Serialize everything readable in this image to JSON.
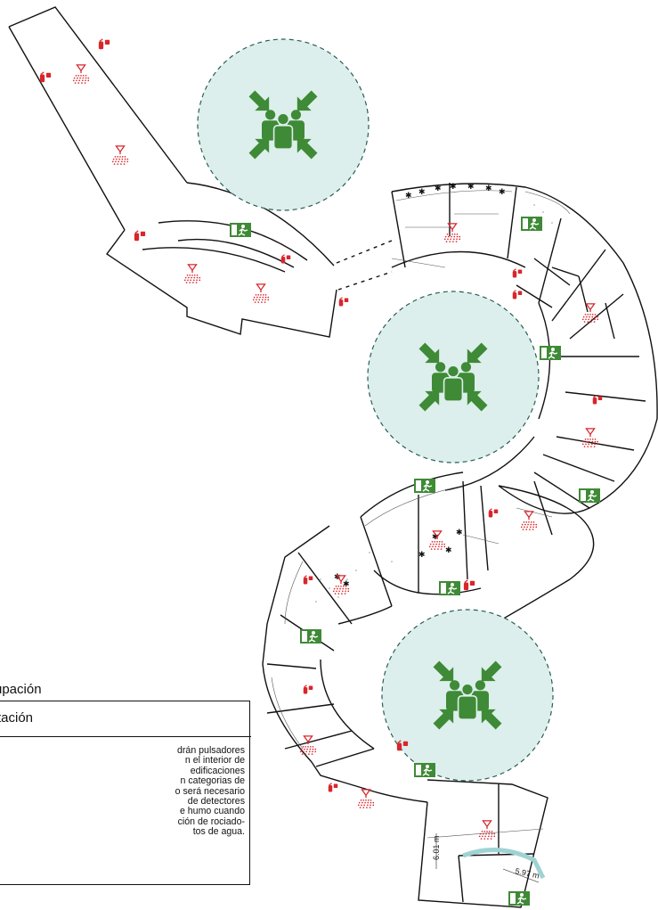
{
  "legend": {
    "title": "upación",
    "subtitle": "tación",
    "lines": [
      "drán pulsadores",
      "n el interior de",
      "edificaciones",
      "n categorias de",
      "o será necesario",
      "de detectores",
      "e humo cuando",
      "ción de rociado-",
      "tos de agua."
    ]
  },
  "dimensions": {
    "dim_a": "6.01 m",
    "dim_b": "5.97 m"
  },
  "assembly_points": [
    {
      "name": "assembly-point-top"
    },
    {
      "name": "assembly-point-middle"
    },
    {
      "name": "assembly-point-bottom"
    }
  ],
  "symbols": {
    "assembly_icon": "people-assembly-icon",
    "exit_icon": "emergency-exit-icon",
    "sprinkler_icon": "sprinkler-icon",
    "extinguisher_icon": "fire-extinguisher-icon",
    "alarm_icon": "fire-alarm-icon"
  },
  "colors": {
    "assembly_fill": "#dcefec",
    "assembly_green": "#3f8a36",
    "exit_green": "#3f8a36",
    "fire_red": "#d8262b",
    "walls": "#111111"
  }
}
